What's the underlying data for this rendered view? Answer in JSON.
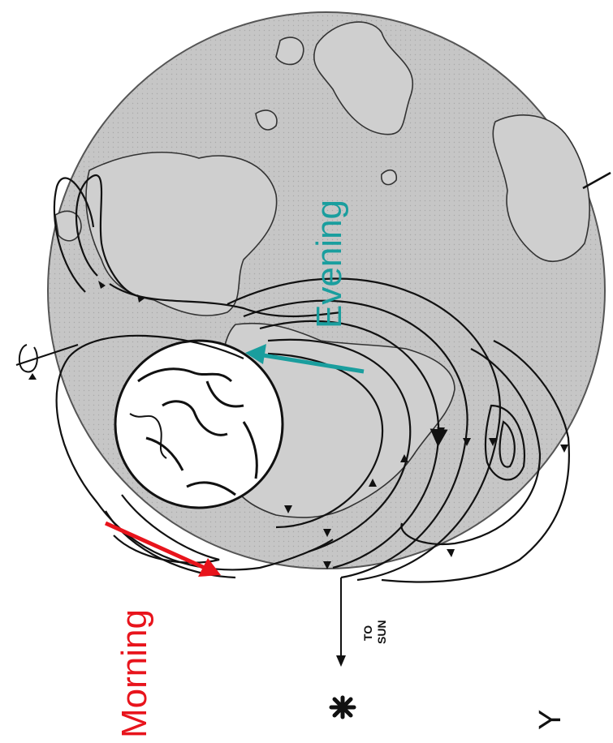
{
  "labels": {
    "evening": "Evening",
    "morning": "Morning",
    "to_sun_line1": "TO",
    "to_sun_line2": "SUN",
    "corner_letter": "Y"
  },
  "colors": {
    "evening_arrow": "#1a9e9e",
    "morning_arrow": "#e8141c",
    "globe_fill": "#c9c9c9",
    "ink": "#111111"
  },
  "icons": {
    "sun_symbol": "asterisk-sun-icon",
    "rotation_symbol": "rotation-axis-icon"
  }
}
